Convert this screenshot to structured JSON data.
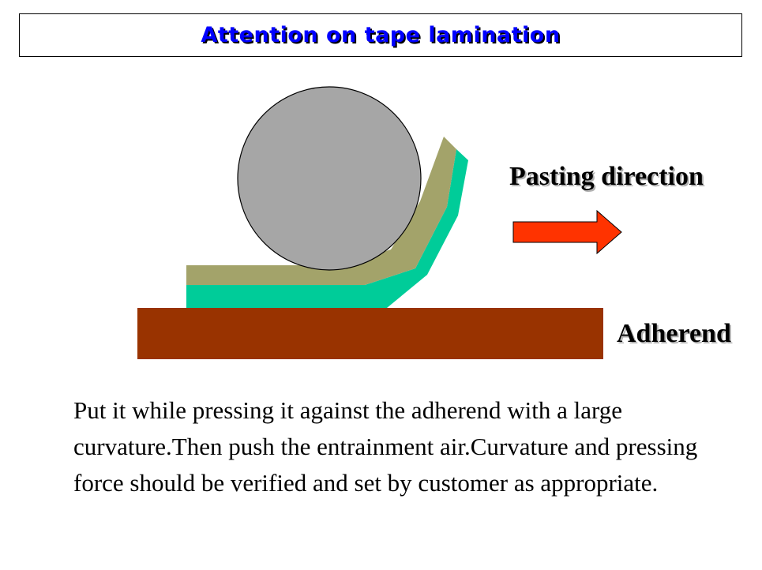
{
  "title": "Attention on tape lamination",
  "labels": {
    "direction": "Pasting direction",
    "adherend": "Adherend"
  },
  "description": "Put it while pressing it against the adherend with a large curvature.Then push the entrainment air.Curvature and pressing force should be verified and set by customer as appropriate.",
  "colors": {
    "title_text": "#0000ff",
    "roller": "#a6a6a6",
    "tape_backing": "#a3a36a",
    "tape_adhesive": "#00cc99",
    "adherend": "#993300",
    "arrow": "#ff3300"
  },
  "icons": {
    "direction_arrow": "right-arrow-icon"
  }
}
